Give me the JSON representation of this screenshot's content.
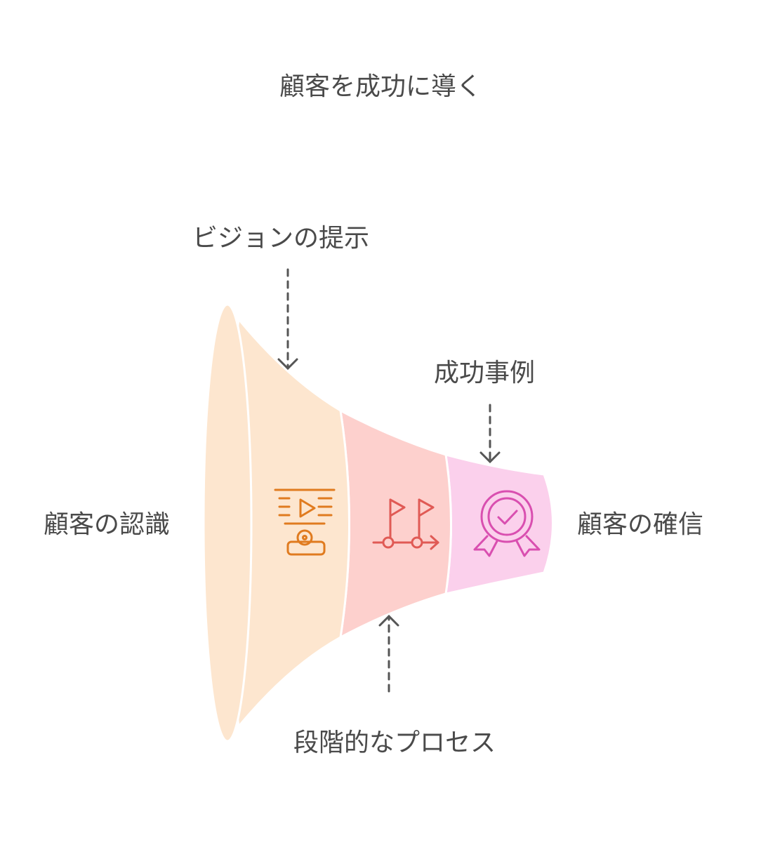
{
  "title": "顧客を成功に導く",
  "callouts": {
    "vision": "ビジョンの提示",
    "success_cases": "成功事例",
    "stepwise_process": "段階的なプロセス"
  },
  "ends": {
    "left": "顧客の認識",
    "right": "顧客の確信"
  },
  "stages": [
    {
      "icon": "presentation-icon",
      "fill": "#fde6cf",
      "stroke": "#e07b1f"
    },
    {
      "icon": "milestone-flags-icon",
      "fill": "#fdd0cd",
      "stroke": "#e05a55"
    },
    {
      "icon": "award-badge-icon",
      "fill": "#fbd0ec",
      "stroke": "#d94fb0"
    }
  ],
  "colors": {
    "text": "#4a4a4a",
    "arrow": "#555555"
  }
}
